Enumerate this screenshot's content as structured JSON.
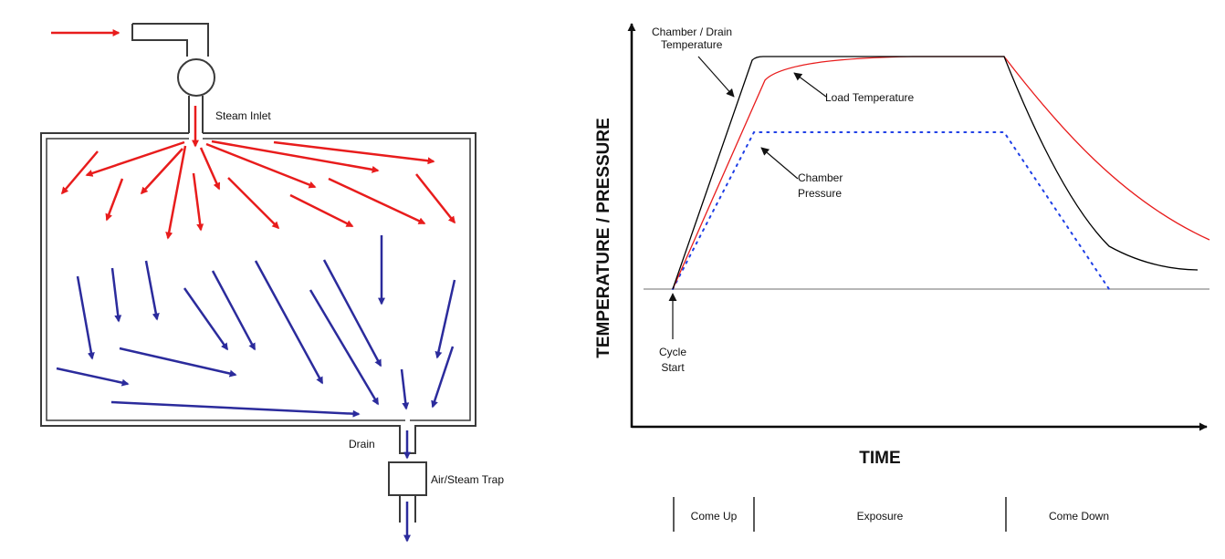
{
  "autoclave": {
    "steam_inlet_label": "Steam Inlet",
    "drain_label": "Drain",
    "trap_label": "Air/Steam Trap",
    "colors": {
      "steam": "#e81c1c",
      "air": "#2b2b9c",
      "outline": "#3a3a3a"
    }
  },
  "cycle_chart": {
    "y_axis_title": "TEMPERATURE / PRESSURE",
    "x_axis_title": "TIME",
    "annotations": {
      "chamber_drain_line1": "Chamber / Drain",
      "chamber_drain_line2": "Temperature",
      "load_temperature": "Load Temperature",
      "chamber_pressure_line1": "Chamber",
      "chamber_pressure_line2": "Pressure",
      "cycle_start_line1": "Cycle",
      "cycle_start_line2": "Start"
    },
    "phases": [
      "Come Up",
      "Exposure",
      "Come Down"
    ],
    "colors": {
      "chamber_temp": "#000000",
      "load_temp": "#e81c1c",
      "pressure": "#1f3fe6",
      "baseline": "#8a8a8a"
    }
  }
}
